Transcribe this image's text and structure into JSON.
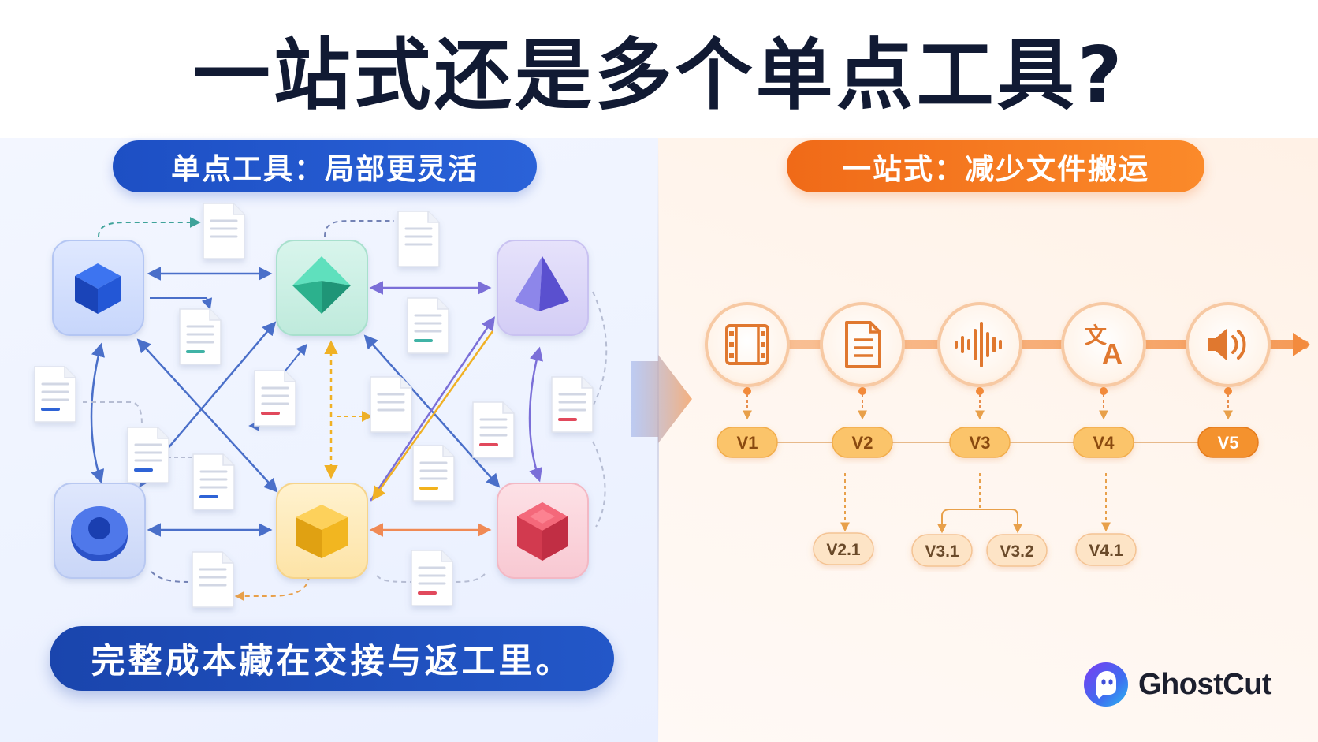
{
  "title": "一站式还是多个单点工具?",
  "left": {
    "header": "单点工具：局部更灵活",
    "footer": "完整成本藏在交接与返工里。",
    "tools": [
      {
        "id": "blue-cube",
        "icon": "cube-icon",
        "color": "#2a5bd7"
      },
      {
        "id": "teal-diamond",
        "icon": "diamond-icon",
        "color": "#2fbf9a"
      },
      {
        "id": "purple-pyramid",
        "icon": "pyramid-icon",
        "color": "#6b63d9"
      },
      {
        "id": "blue-disc",
        "icon": "disc-icon",
        "color": "#3a66d6"
      },
      {
        "id": "yellow-cube",
        "icon": "cube-icon",
        "color": "#f2b21d"
      },
      {
        "id": "red-hexagon",
        "icon": "hexagon-icon",
        "color": "#e5485c"
      }
    ]
  },
  "right": {
    "header": "一站式：减少文件搬运",
    "steps": [
      {
        "icon": "film-icon",
        "version": "V1"
      },
      {
        "icon": "document-icon",
        "version": "V2"
      },
      {
        "icon": "waveform-icon",
        "version": "V3"
      },
      {
        "icon": "translate-icon",
        "version": "V4"
      },
      {
        "icon": "speaker-icon",
        "version": "V5"
      }
    ],
    "branches": [
      {
        "label": "V2.1"
      },
      {
        "label": "V3.1"
      },
      {
        "label": "V3.2"
      },
      {
        "label": "V4.1"
      }
    ]
  },
  "brand": {
    "name": "GhostCut",
    "icon": "ghost-logo-icon"
  },
  "colors": {
    "navy": "#111a33",
    "blue": "#1d4fc4",
    "orange": "#f07a1e",
    "version_fill": "#fbc46a",
    "branch_fill": "#fde4c6"
  }
}
